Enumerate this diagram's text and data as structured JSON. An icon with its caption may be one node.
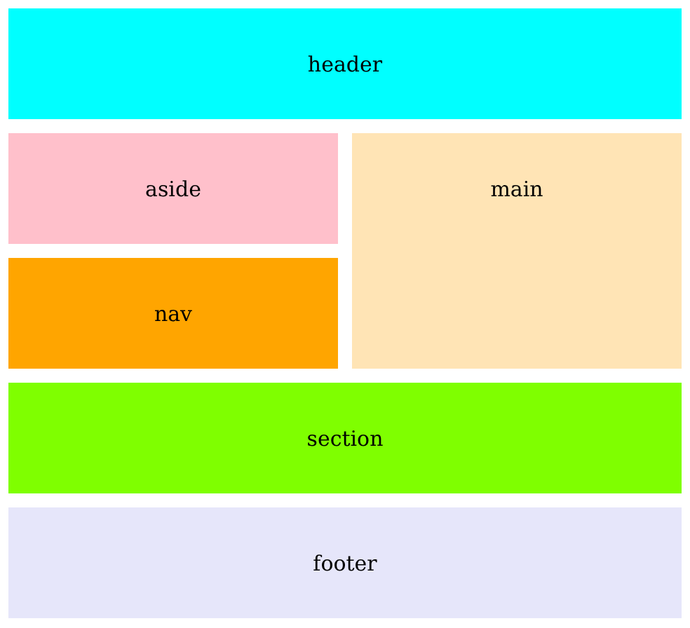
{
  "diagram": {
    "nodes": [
      {
        "text": [
          "header"
        ]
      },
      {
        "text": [
          "aside"
        ]
      },
      {
        "text": [
          "main"
        ]
      },
      {
        "text": [
          "nav"
        ]
      },
      {
        "text": [
          "section"
        ]
      },
      {
        "text": [
          "footer"
        ]
      }
    ]
  }
}
